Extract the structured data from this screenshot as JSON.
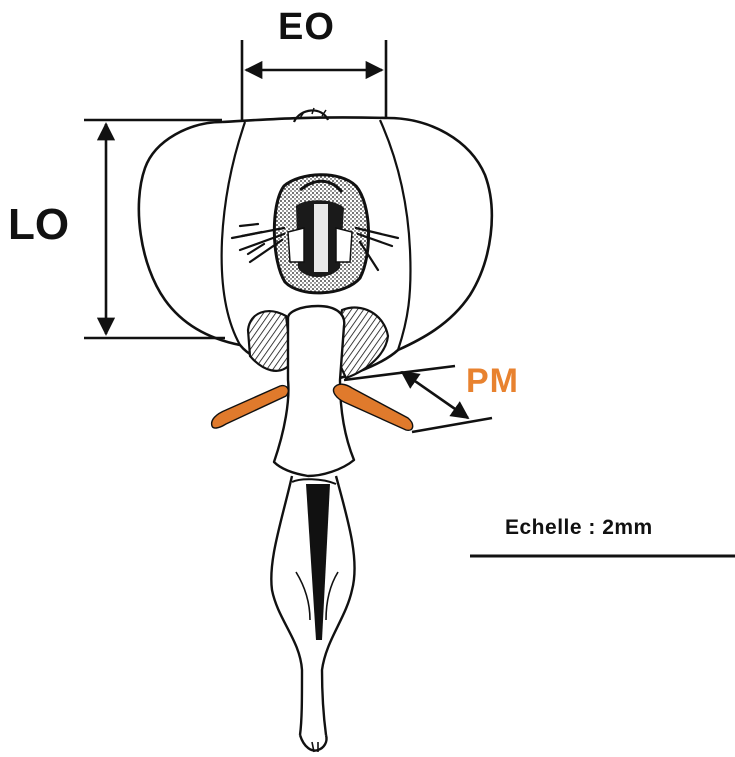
{
  "labels": {
    "eo": "EO",
    "lo": "LO",
    "pm": "PM",
    "scale": "Echelle : 2mm"
  },
  "colors": {
    "line": "#111111",
    "palp": "#e07a2c",
    "pm_label": "#e8822f"
  }
}
